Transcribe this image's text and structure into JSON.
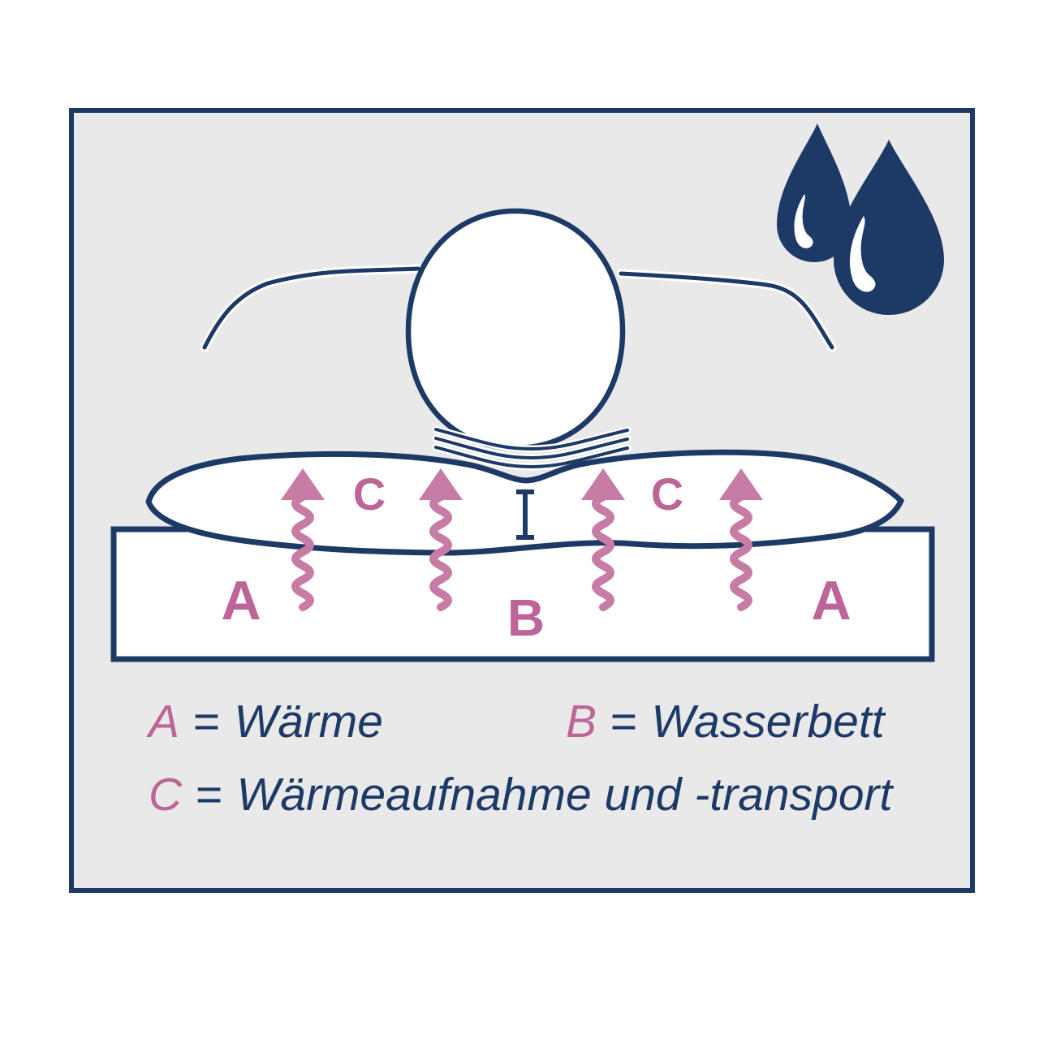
{
  "page": {
    "background_note": "white page with framed gray diagram panel"
  },
  "diagram": {
    "panel_labels": {
      "a_left": "A",
      "c_left": "C",
      "b": "B",
      "c_right": "C",
      "a_right": "A"
    },
    "legend": {
      "equals": "=",
      "items": [
        {
          "letter": "A",
          "term": "Wärme"
        },
        {
          "letter": "B",
          "term": "Wasserbett"
        },
        {
          "letter": "C",
          "term": "Wärmeaufnahme und -transport"
        }
      ]
    },
    "icons": {
      "top_right": "water-drops-icon"
    },
    "colors": {
      "navy": "#1d3a66",
      "pink": "#bd6598",
      "arrow_pink": "#c77ca6",
      "panel_bg": "#e9e9e9",
      "shape_fill": "#ffffff",
      "page_bg": "#ffffff"
    }
  }
}
